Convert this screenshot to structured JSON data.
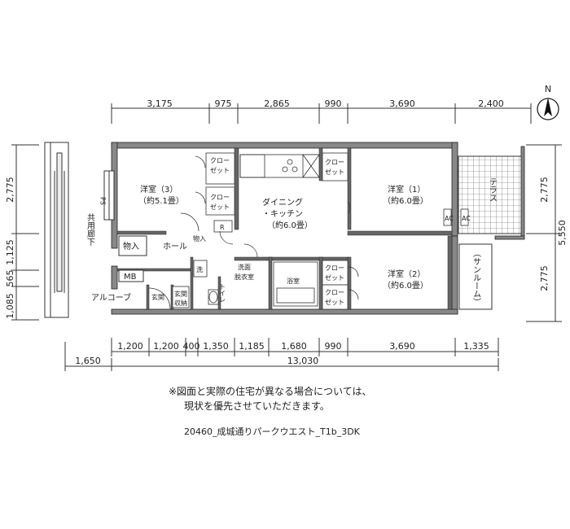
{
  "dimensions": {
    "top": [
      "3,175",
      "975",
      "2,865",
      "990",
      "3,690",
      "2,400"
    ],
    "bottom": [
      "1,200",
      "1,200",
      "400",
      "1,350",
      "1,185",
      "1,680",
      "990",
      "3,690",
      "1,335"
    ],
    "bottom_left": "1,650",
    "total_width": "13,030",
    "left": [
      "2,775",
      "1,125",
      "565",
      "1,085"
    ],
    "right": [
      "2,775",
      "2,775"
    ],
    "right_total": "5,550"
  },
  "compass": {
    "label": "N"
  },
  "rooms": {
    "western3": {
      "name": "洋室（3）",
      "size": "（約5.1畳）"
    },
    "western1": {
      "name": "洋室（1）",
      "size": "（約6.0畳）"
    },
    "western2": {
      "name": "洋室（2）",
      "size": "（約6.0畳）"
    },
    "dk": {
      "line1": "ダイニング",
      "line2": "・キッチン",
      "size": "（約6.0畳）"
    },
    "terrace": "テラス",
    "sunroom": "（サンルーム）",
    "corridor": "共用廊下",
    "alcove": "アルコーブ",
    "storage": "物入",
    "storage2": "物入",
    "hall": "ホール",
    "mb": "MB",
    "entrance": "玄関",
    "shoe_storage_1": "玄関",
    "shoe_storage_2": "収納",
    "wash": "洗",
    "washroom_1": "洗面",
    "washroom_2": "脱衣室",
    "bath": "浴室",
    "toilet": "トイレ",
    "closet_1": "クロー",
    "closet_2": "ゼット",
    "r": "R",
    "ac": "AC",
    "pipe": "PS"
  },
  "notes": {
    "line1": "※図面と実際の住宅が異なる場合については、",
    "line2": "現状を優先させていただきます。",
    "caption": "20460_成城通りパークウエスト_T1b_3DK"
  }
}
